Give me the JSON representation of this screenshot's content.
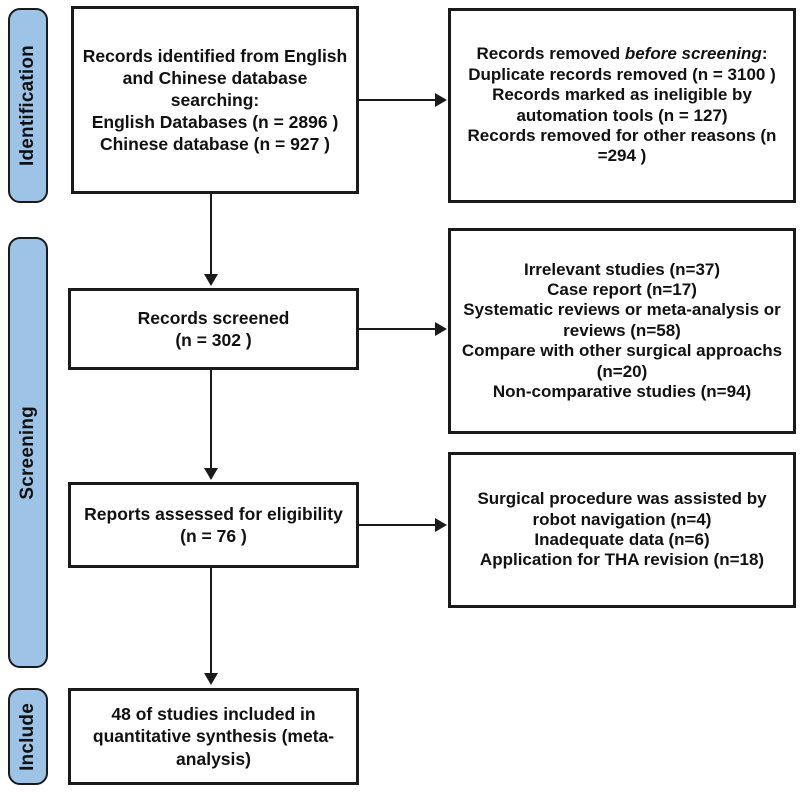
{
  "diagram": {
    "title": "PRISMA flow diagram",
    "accent_color": "#9dc3e6",
    "line_color": "#1a1a1a",
    "box_fill": "#ffffff"
  },
  "phases": [
    {
      "id": "identification",
      "label": "Identification"
    },
    {
      "id": "screening",
      "label": "Screening"
    },
    {
      "id": "include",
      "label": "Include"
    }
  ],
  "boxes": {
    "records_identified": {
      "text": "Records identified from English and Chinese database searching:\nEnglish Databases (n = 2896 )\nChinese database (n = 927 )"
    },
    "records_removed": {
      "line1_prefix": "Records removed ",
      "line1_italic": "before screening",
      "line1_suffix": ":",
      "rest": "Duplicate records removed  (n = 3100 )\nRecords marked as ineligible by automation tools (n = 127)\nRecords removed for other reasons (n =294 )"
    },
    "records_screened": {
      "text": "Records screened\n(n = 302 )"
    },
    "records_excluded": {
      "text": "Irrelevant studies (n=37)\nCase report (n=17)\nSystematic reviews or meta-analysis or reviews (n=58)\nCompare with other surgical approachs (n=20)\nNon-comparative studies (n=94)"
    },
    "reports_assessed": {
      "text": "Reports assessed for eligibility\n(n = 76 )"
    },
    "reports_excluded": {
      "text": "Surgical procedure was assisted by robot navigation (n=4)\nInadequate data (n=6)\nApplication for THA revision (n=18)"
    },
    "studies_included": {
      "text": "48 of studies included in quantitative synthesis (meta-analysis)"
    }
  },
  "counts": {
    "english_databases": 2896,
    "chinese_database": 927,
    "duplicates_removed": 3100,
    "ineligible_automation": 127,
    "removed_other_reasons": 294,
    "records_screened": 302,
    "irrelevant_studies": 37,
    "case_report": 17,
    "systematic_reviews": 58,
    "other_surgical_approaches": 20,
    "non_comparative": 94,
    "reports_assessed": 76,
    "robot_navigation": 4,
    "inadequate_data": 6,
    "tha_revision": 18,
    "studies_included": 48
  }
}
